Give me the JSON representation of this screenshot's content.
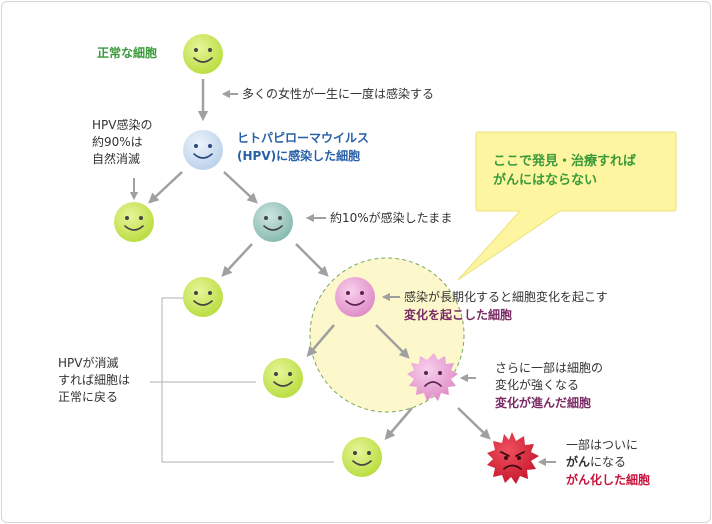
{
  "colors": {
    "normal_face": "#c8e650",
    "hpv_face": "#cfe0f0",
    "persist_face": "#9cc8c0",
    "changed_face": "#e8a0d0",
    "advanced_face": "#f0a0d0",
    "cancer_face": "#d8283c",
    "arrow": "#a0a0a0",
    "callout_bg": "#fdf5a0",
    "zone_bg": "#fdf8cc",
    "label_green": "#3a9a3a",
    "label_blue": "#2860a8",
    "label_purple": "#7a2a64",
    "label_red": "#c8143c"
  },
  "labels": {
    "normal_cell": "正常な細胞",
    "most_women": "多くの女性が一生に一度は感染する",
    "hpv_cleared_1": "HPV感染の",
    "hpv_cleared_2": "約90%は",
    "hpv_cleared_3": "自然消滅",
    "hpv_infected_1": "ヒトパピローマウイルス",
    "hpv_infected_2": "(HPV)に感染した細胞",
    "persist": "約10%が感染したまま",
    "callout_1": "ここで発見・治療すれば",
    "callout_2": "がんにはならない",
    "long_infection": "感染が長期化すると細胞変化を起こす",
    "changed_cell": "変化を起こした細胞",
    "further_1": "さらに一部は細胞の",
    "further_2": "変化が強くなる",
    "advanced_cell": "変化が進んだ細胞",
    "return_1": "HPVが消滅",
    "return_2": "すれば細胞は",
    "return_3": "正常に戻る",
    "finally_1": "一部はついに",
    "finally_2a": "がん",
    "finally_2b": "になる",
    "cancer_cell": "がん化した細胞"
  }
}
